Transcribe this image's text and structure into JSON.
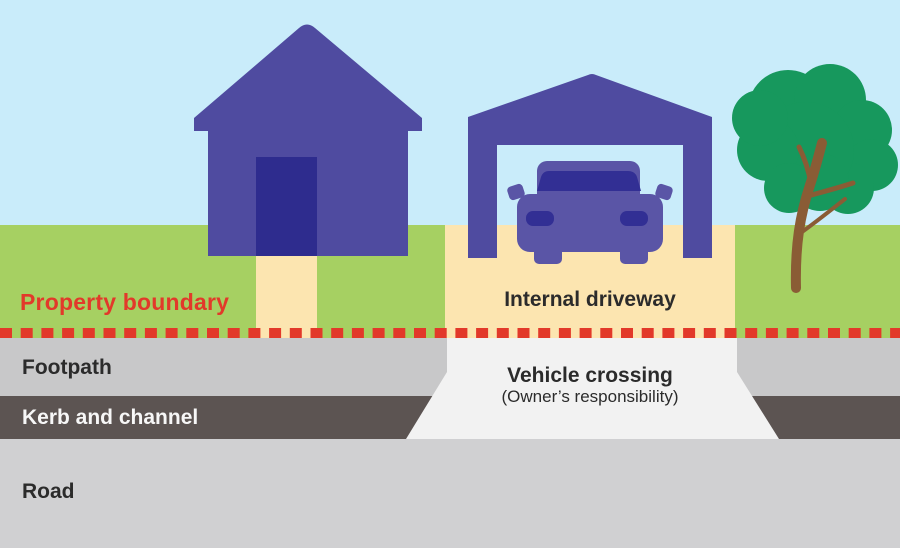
{
  "title": "Vehicle crossing responsibility diagram",
  "labels": {
    "property_boundary": "Property boundary",
    "internal_driveway": "Internal driveway",
    "footpath": "Footpath",
    "kerb_and_channel": "Kerb and channel",
    "road": "Road",
    "vehicle_crossing": "Vehicle crossing",
    "vehicle_crossing_sub": "(Owner’s responsibility)"
  },
  "scene": {
    "shapes": [
      "house",
      "garage-carport",
      "car",
      "tree"
    ],
    "boundary_style": "red-dashed-line"
  },
  "colors": {
    "sky": "#c9ecfa",
    "grass": "#a6d062",
    "driveway": "#fce5b0",
    "footpath": "#c8c8c9",
    "kerb": "#5c5452",
    "road": "#d0d0d2",
    "vehicle_crossing": "#f2f2f2",
    "building": "#4f4ba0",
    "door": "#2e2c8e",
    "car": "#5a55a6",
    "car_glass": "#322f94",
    "tree_canopy": "#17985d",
    "tree_trunk": "#8a5c35",
    "boundary_red": "#e2392a",
    "label_dark": "#2b2b2b",
    "label_light": "#f7f7f7"
  }
}
